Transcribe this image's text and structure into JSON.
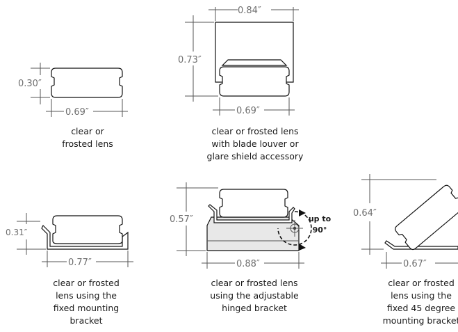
{
  "fig1": {
    "height": "0.30″",
    "width": "0.69″",
    "caption": [
      "clear or",
      "frosted lens"
    ]
  },
  "fig2": {
    "top": "0.84″",
    "height": "0.73″",
    "width": "0.69″",
    "caption": [
      "clear or frosted lens",
      "with blade louver or",
      "glare shield accessory"
    ]
  },
  "fig3": {
    "height": "0.31″",
    "width": "0.77″",
    "caption": [
      "clear or frosted",
      "lens using the",
      "fixed mounting",
      "bracket"
    ]
  },
  "fig4": {
    "height": "0.57″",
    "width": "0.88″",
    "note": [
      "up to",
      "90°"
    ],
    "caption": [
      "clear or frosted lens",
      "using the adjustable",
      "hinged bracket"
    ]
  },
  "fig5": {
    "height": "0.64″",
    "width": "0.67″",
    "caption": [
      "clear or frosted",
      "lens using the",
      "fixed 45 degree",
      "mounting bracket"
    ]
  }
}
